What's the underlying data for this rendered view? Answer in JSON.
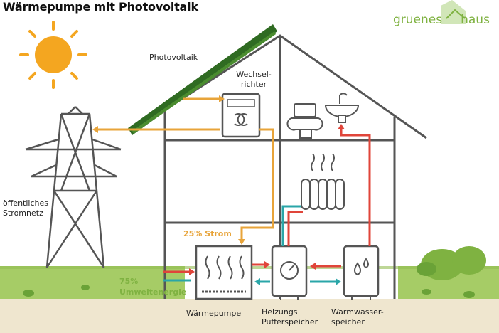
{
  "title": "Wärmepumpe mit Photovoltaik",
  "brand": {
    "part1": "gruenes",
    "part2": "haus"
  },
  "labels": {
    "photovoltaik": "Photovoltaik",
    "wechselrichter_1": "Wechsel-",
    "wechselrichter_2": "richter",
    "netz_1": "öffentliches",
    "netz_2": "Stromnetz",
    "strom": "25% Strom",
    "umwelt_1": "75%",
    "umwelt_2": "Umweltenergie",
    "waermepumpe": "Wärmepumpe",
    "puffer_1": "Heizungs",
    "puffer_2": "Pufferspeicher",
    "warmwasser_1": "Warmwasser-",
    "warmwasser_2": "speicher"
  },
  "colors": {
    "orange": "#e8a43a",
    "red": "#e0453a",
    "teal": "#2aa6a8",
    "house": "#555555",
    "grass": "#9bc45a",
    "brand_green": "#7fb241",
    "sun": "#f4a620"
  },
  "icons": [
    "sun-icon",
    "solar-panel-icon",
    "inverter-icon",
    "power-tower-icon",
    "toilet-icon",
    "sink-icon",
    "radiator-icon",
    "heat-pump-icon",
    "buffer-tank-icon",
    "hot-water-tank-icon",
    "house-logo-icon",
    "bush-icon"
  ]
}
